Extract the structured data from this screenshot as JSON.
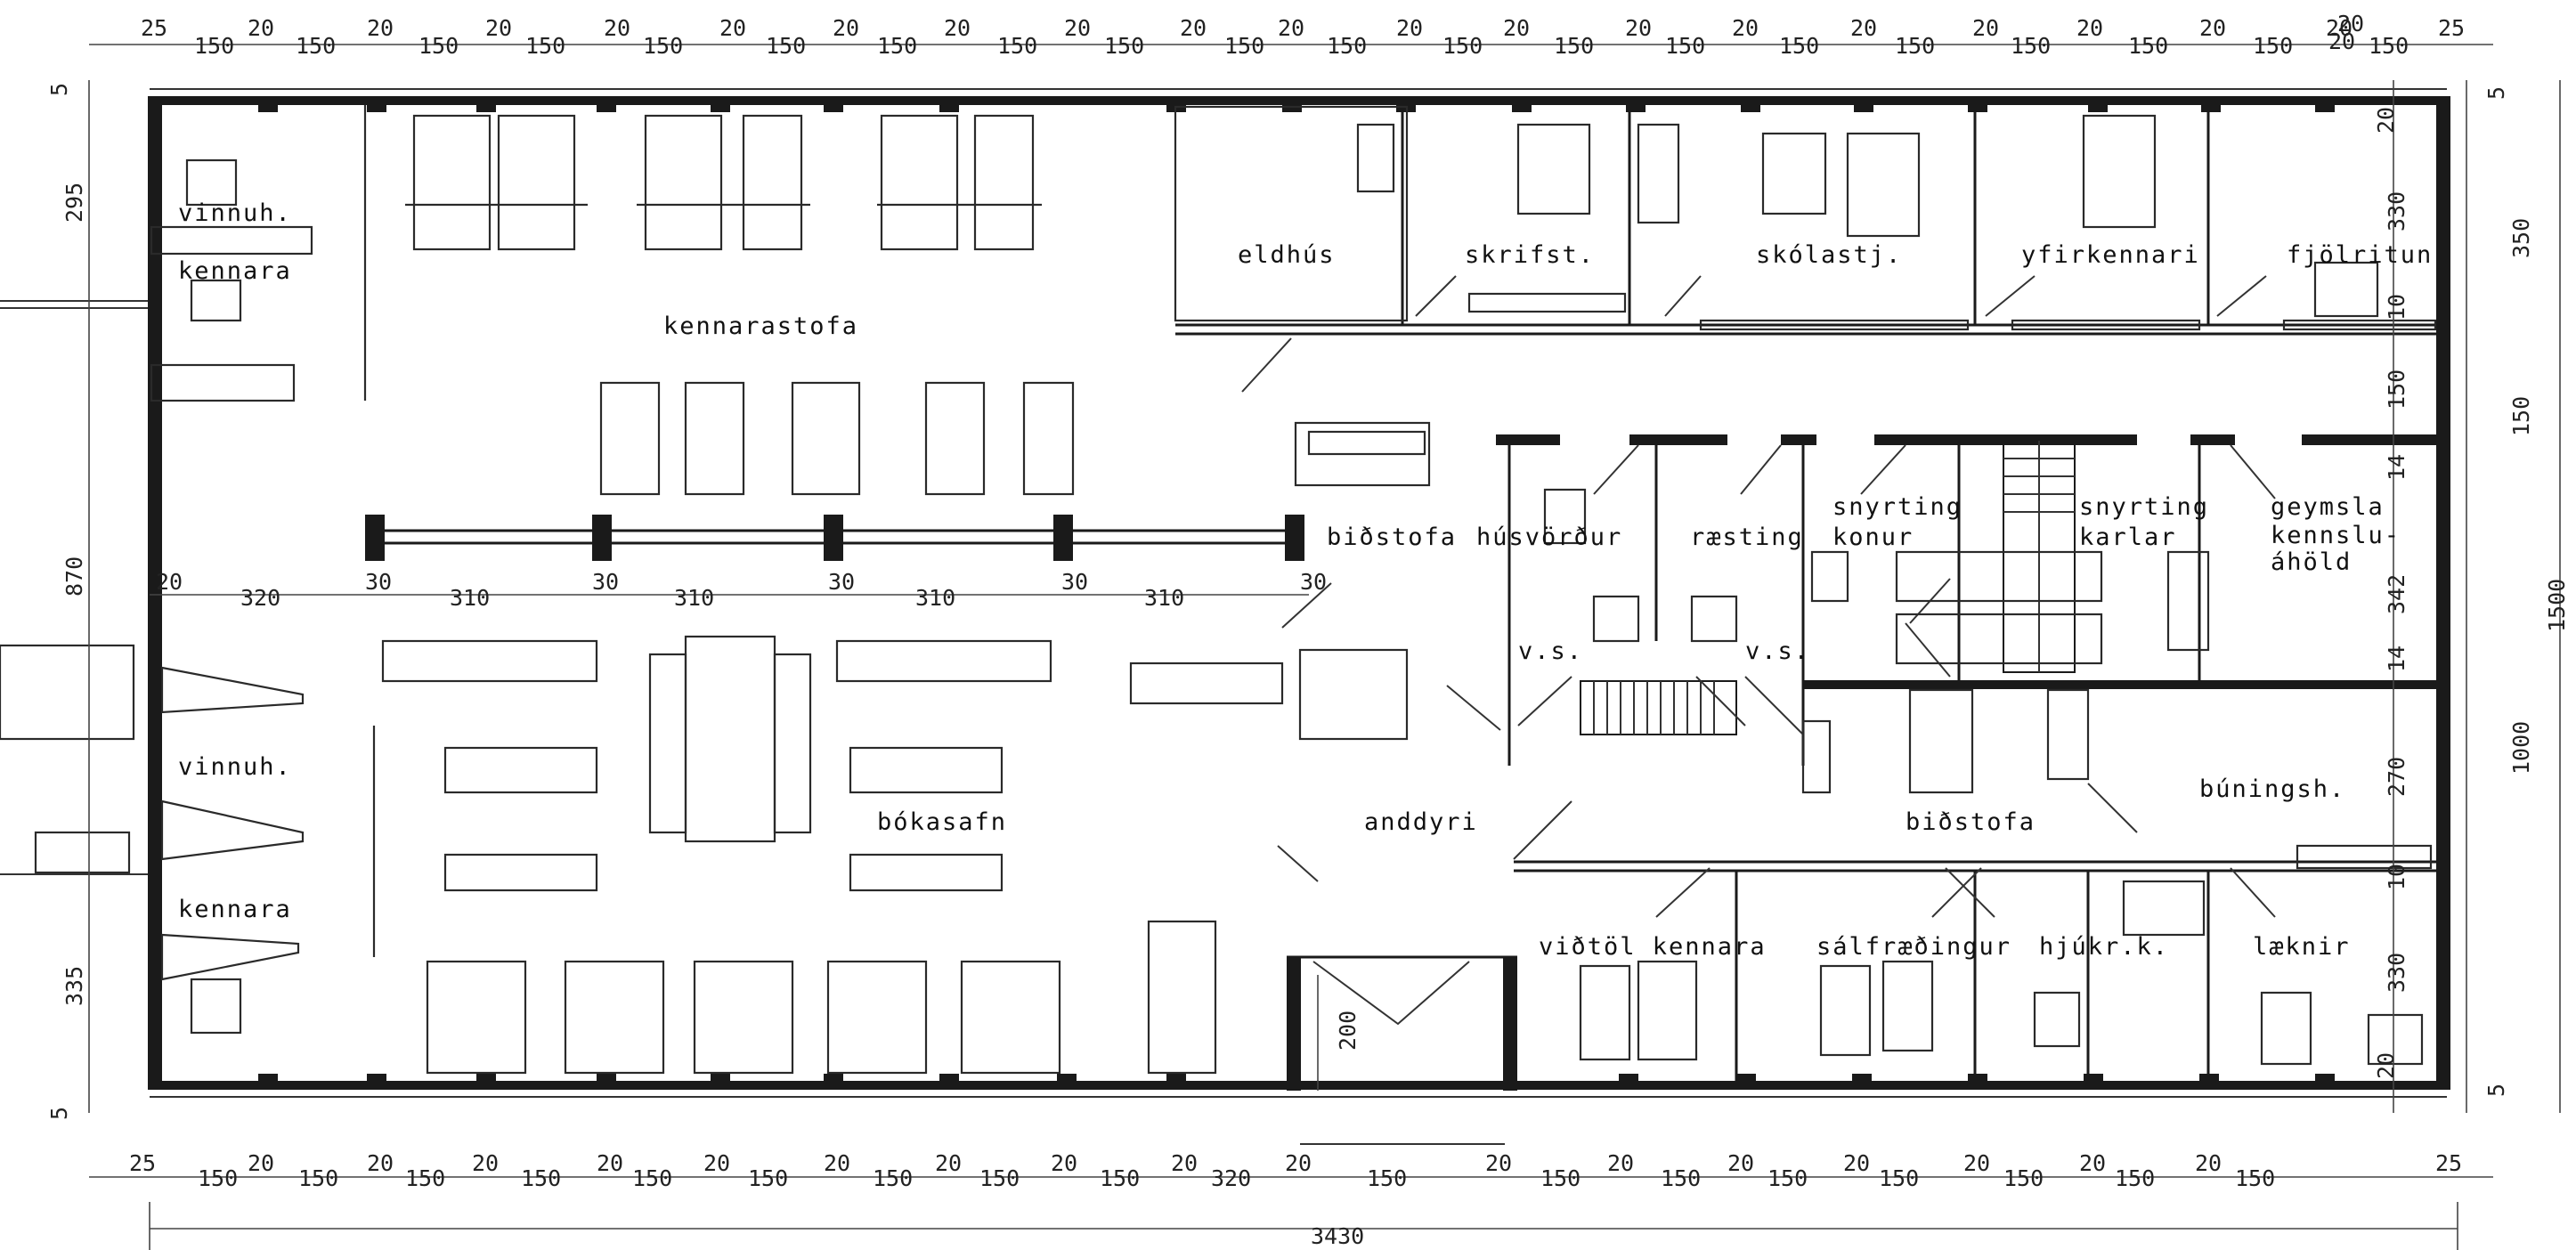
{
  "rooms": {
    "vinnuh_top": "vinnuh.",
    "kennara_top": "kennara",
    "kennarastofa": "kennarastofa",
    "eldhus": "eldhús",
    "skrifst": "skrifst.",
    "skolastj": "skólastj.",
    "yfirkennari": "yfirkennari",
    "fjolritun": "fjölritun",
    "bidstofa_top": "biðstofa",
    "husvordur": "húsvörður",
    "raesting": "ræsting",
    "snyrting_konur_1": "snyrting",
    "snyrting_konur_2": "konur",
    "snyrting_karlar_1": "snyrting",
    "snyrting_karlar_2": "karlar",
    "geymsla_1": "geymsla",
    "geymsla_2": "kennslu-",
    "geymsla_3": "áhöld",
    "vs_left": "v.s.",
    "vs_right": "v.s.",
    "vinnuh_bottom": "vinnuh.",
    "kennara_bottom": "kennara",
    "bokasafn": "bókasafn",
    "anddyri": "anddyri",
    "bidstofa_bottom": "biðstofa",
    "buningsh": "búningsh.",
    "vidtol_kennara": "viðtöl kennara",
    "salfraedingur": "sálfræðingur",
    "hjukr": "hjúkr.k.",
    "laeknir": "læknir"
  },
  "dimensions": {
    "top_row": [
      "25",
      "20",
      "150",
      "20",
      "150",
      "20",
      "150",
      "20",
      "150",
      "20",
      "150",
      "20",
      "150",
      "20",
      "150",
      "20",
      "150",
      "20",
      "150",
      "20",
      "150",
      "20",
      "150",
      "20",
      "150",
      "20",
      "150",
      "20",
      "150",
      "20",
      "150",
      "20",
      "150",
      "20",
      "150",
      "20",
      "150",
      "20",
      "150",
      "20",
      "150",
      "20",
      "25"
    ],
    "bottom_row": [
      "25",
      "150",
      "20",
      "150",
      "20",
      "150",
      "20",
      "150",
      "20",
      "150",
      "20",
      "150",
      "20",
      "150",
      "20",
      "150",
      "20",
      "150",
      "20",
      "320",
      "20",
      "150",
      "20",
      "150",
      "20",
      "150",
      "20",
      "150",
      "20",
      "150",
      "20",
      "150",
      "20",
      "150",
      "20",
      "150",
      "25"
    ],
    "mid_row": [
      "20",
      "320",
      "30",
      "310",
      "30",
      "310",
      "30",
      "310",
      "30",
      "310",
      "30"
    ],
    "total_width": "3430",
    "left_vertical": [
      "5",
      "295",
      "870",
      "335",
      "5"
    ],
    "right_inner": [
      "20",
      "330",
      "10",
      "150",
      "14",
      "342",
      "14",
      "270",
      "10",
      "330",
      "20"
    ],
    "right_outer": [
      "5",
      "350",
      "150",
      "1000",
      "5"
    ],
    "far_right": "1500",
    "entrance_depth": "200"
  },
  "colors": {
    "ink": "#1a1a1a",
    "paper": "#ffffff"
  }
}
